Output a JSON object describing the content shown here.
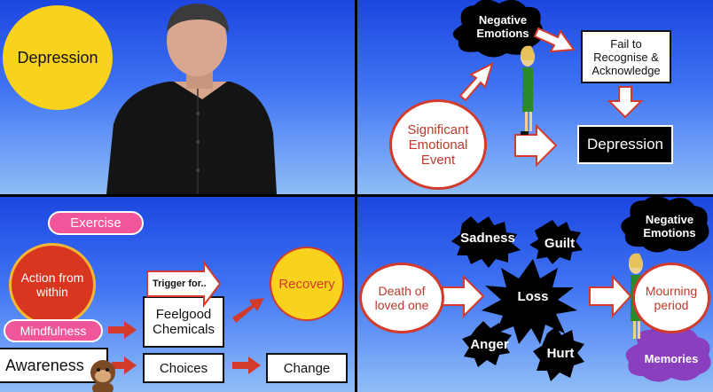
{
  "panel1": {
    "depression_label": "Depression"
  },
  "panel2": {
    "negative_emotions": "Negative Emotions",
    "fail_to_recognise": "Fail to Recognise & Acknowledge",
    "significant_event": "Significant Emotional Event",
    "depression": "Depression"
  },
  "panel3": {
    "exercise": "Exercise",
    "action_from_within": "Action from within",
    "mindfulness": "Mindfulness",
    "awareness": "Awareness",
    "trigger_for": "Trigger for..",
    "recovery": "Recovery",
    "feelgood_chemicals": "Feelgood Chemicals",
    "choices": "Choices",
    "change": "Change"
  },
  "panel4": {
    "negative_emotions": "Negative Emotions",
    "sadness": "Sadness",
    "guilt": "Guilt",
    "death_of_loved_one": "Death of loved one",
    "loss": "Loss",
    "mourning_period": "Mourning period",
    "anger": "Anger",
    "hurt": "Hurt",
    "memories": "Memories"
  },
  "colors": {
    "sky_top": "#1c46e0",
    "sky_bottom": "#8fbdf7",
    "sun_yellow": "#f8d21d",
    "accent_red": "#d23a2c",
    "pink": "#f2569a",
    "purple": "#8a3fbf",
    "orange": "#f7b733"
  }
}
